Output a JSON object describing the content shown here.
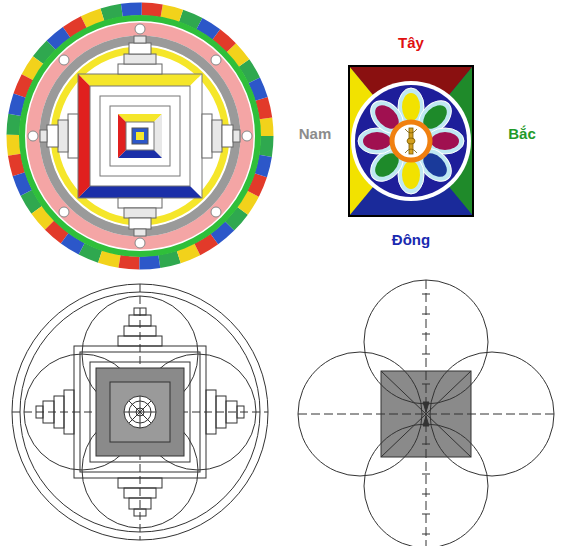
{
  "diagram": {
    "labels": [
      "Tây",
      "Nam",
      "Bắc",
      "Đông"
    ]
  }
}
